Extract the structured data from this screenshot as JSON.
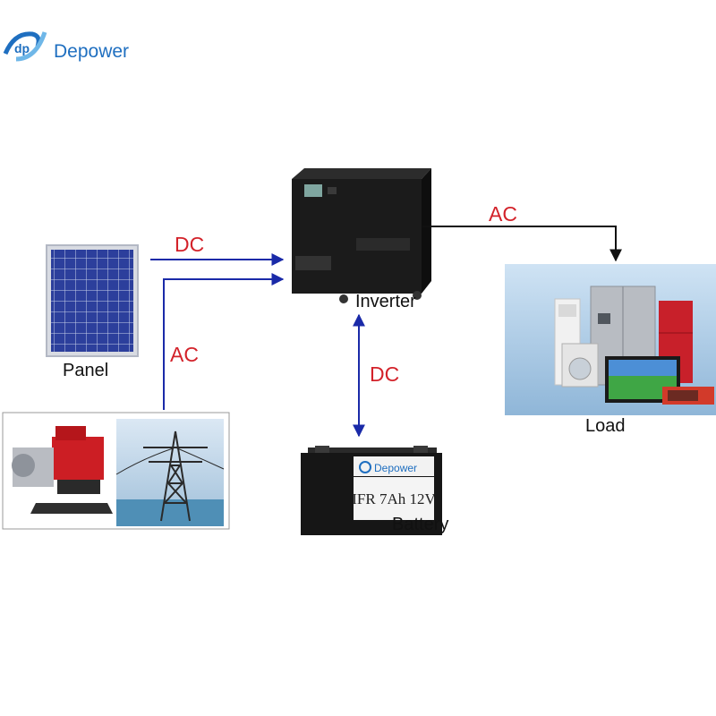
{
  "brand": {
    "name": "Depower"
  },
  "components": {
    "panel": "Panel",
    "inverter": "Inverter",
    "load": "Load",
    "battery": "Battery",
    "battery_brand": "Depower",
    "battery_text": "IFR 7Ah 12V"
  },
  "flows": {
    "panel_to_inverter": "DC",
    "grid_to_inverter": "AC",
    "inverter_to_load": "AC",
    "inverter_battery": "DC"
  },
  "colors": {
    "wire": "#1a2aa8",
    "wire_dark": "#111111",
    "flow_label": "#d3222a",
    "brand": "#1f6fc0"
  }
}
